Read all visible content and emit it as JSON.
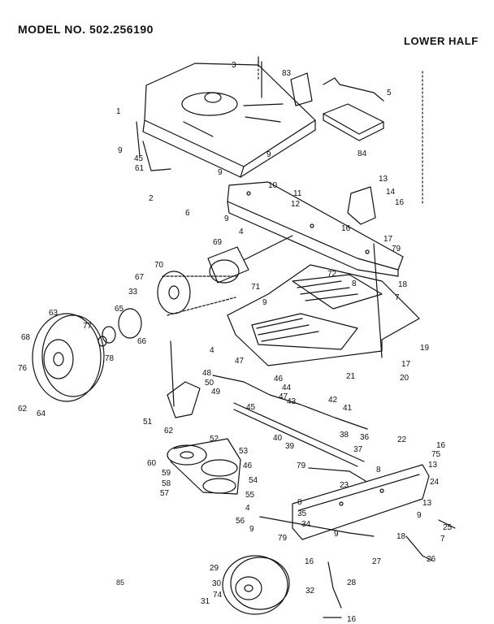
{
  "header": {
    "model_number": "MODEL NO. 502.256190",
    "section": "LOWER HALF"
  },
  "page_number": "85",
  "callouts": [
    {
      "id": "c3",
      "text": "3"
    },
    {
      "id": "c83",
      "text": "83"
    },
    {
      "id": "c5",
      "text": "5"
    },
    {
      "id": "c84",
      "text": "84"
    },
    {
      "id": "c1",
      "text": "1"
    },
    {
      "id": "c9a",
      "text": "9"
    },
    {
      "id": "c45a",
      "text": "45"
    },
    {
      "id": "c61",
      "text": "61"
    },
    {
      "id": "c9b",
      "text": "9"
    },
    {
      "id": "c9c",
      "text": "9"
    },
    {
      "id": "c2",
      "text": "2"
    },
    {
      "id": "c6",
      "text": "6"
    },
    {
      "id": "c9d",
      "text": "9"
    },
    {
      "id": "c10",
      "text": "10"
    },
    {
      "id": "c11",
      "text": "11"
    },
    {
      "id": "c12",
      "text": "12"
    },
    {
      "id": "c13a",
      "text": "13"
    },
    {
      "id": "c14",
      "text": "14"
    },
    {
      "id": "c16a",
      "text": "16"
    },
    {
      "id": "c16b",
      "text": "16"
    },
    {
      "id": "c17a",
      "text": "17"
    },
    {
      "id": "c79a",
      "text": "79"
    },
    {
      "id": "c4a",
      "text": "4"
    },
    {
      "id": "c69",
      "text": "69"
    },
    {
      "id": "c72",
      "text": "72"
    },
    {
      "id": "c67",
      "text": "67"
    },
    {
      "id": "c70",
      "text": "70"
    },
    {
      "id": "c8a",
      "text": "8"
    },
    {
      "id": "c18a",
      "text": "18"
    },
    {
      "id": "c71",
      "text": "71"
    },
    {
      "id": "c33",
      "text": "33"
    },
    {
      "id": "c9e",
      "text": "9"
    },
    {
      "id": "c7a",
      "text": "7"
    },
    {
      "id": "c63",
      "text": "63"
    },
    {
      "id": "c65",
      "text": "65"
    },
    {
      "id": "c77",
      "text": "77"
    },
    {
      "id": "c66",
      "text": "66"
    },
    {
      "id": "c68",
      "text": "68"
    },
    {
      "id": "c78",
      "text": "78"
    },
    {
      "id": "c19",
      "text": "19"
    },
    {
      "id": "c4b",
      "text": "4"
    },
    {
      "id": "c47a",
      "text": "47"
    },
    {
      "id": "c17b",
      "text": "17"
    },
    {
      "id": "c76",
      "text": "76"
    },
    {
      "id": "c48",
      "text": "48"
    },
    {
      "id": "c46a",
      "text": "46"
    },
    {
      "id": "c21",
      "text": "21"
    },
    {
      "id": "c20",
      "text": "20"
    },
    {
      "id": "c50",
      "text": "50"
    },
    {
      "id": "c44",
      "text": "44"
    },
    {
      "id": "c49",
      "text": "49"
    },
    {
      "id": "c47b",
      "text": "47"
    },
    {
      "id": "c62a",
      "text": "62"
    },
    {
      "id": "c43",
      "text": "43"
    },
    {
      "id": "c42",
      "text": "42"
    },
    {
      "id": "c45b",
      "text": "45"
    },
    {
      "id": "c41",
      "text": "41"
    },
    {
      "id": "c64",
      "text": "64"
    },
    {
      "id": "c51",
      "text": "51"
    },
    {
      "id": "c62b",
      "text": "62"
    },
    {
      "id": "c38",
      "text": "38"
    },
    {
      "id": "c40",
      "text": "40"
    },
    {
      "id": "c36",
      "text": "36"
    },
    {
      "id": "c22",
      "text": "22"
    },
    {
      "id": "c16c",
      "text": "16"
    },
    {
      "id": "c52",
      "text": "52"
    },
    {
      "id": "c39",
      "text": "39"
    },
    {
      "id": "c37",
      "text": "37"
    },
    {
      "id": "c75",
      "text": "75"
    },
    {
      "id": "c53",
      "text": "53"
    },
    {
      "id": "c60",
      "text": "60"
    },
    {
      "id": "c46b",
      "text": "46"
    },
    {
      "id": "c8b",
      "text": "8"
    },
    {
      "id": "c13b",
      "text": "13"
    },
    {
      "id": "c79b",
      "text": "79"
    },
    {
      "id": "c59",
      "text": "59"
    },
    {
      "id": "c54",
      "text": "54"
    },
    {
      "id": "c58",
      "text": "58"
    },
    {
      "id": "c24",
      "text": "24"
    },
    {
      "id": "c23",
      "text": "23"
    },
    {
      "id": "c57",
      "text": "57"
    },
    {
      "id": "c55",
      "text": "55"
    },
    {
      "id": "c8c",
      "text": "8"
    },
    {
      "id": "c13c",
      "text": "13"
    },
    {
      "id": "c4c",
      "text": "4"
    },
    {
      "id": "c35",
      "text": "35"
    },
    {
      "id": "c9f",
      "text": "9"
    },
    {
      "id": "c56",
      "text": "56"
    },
    {
      "id": "c34",
      "text": "34"
    },
    {
      "id": "c25",
      "text": "25"
    },
    {
      "id": "c9g",
      "text": "9"
    },
    {
      "id": "c79c",
      "text": "79"
    },
    {
      "id": "c9h",
      "text": "9"
    },
    {
      "id": "c18b",
      "text": "18"
    },
    {
      "id": "c7b",
      "text": "7"
    },
    {
      "id": "c16d",
      "text": "16"
    },
    {
      "id": "c27",
      "text": "27"
    },
    {
      "id": "c26",
      "text": "26"
    },
    {
      "id": "c29",
      "text": "29"
    },
    {
      "id": "c30",
      "text": "30"
    },
    {
      "id": "c28",
      "text": "28"
    },
    {
      "id": "c74",
      "text": "74"
    },
    {
      "id": "c31",
      "text": "31"
    },
    {
      "id": "c32",
      "text": "32"
    },
    {
      "id": "c16e",
      "text": "16"
    }
  ]
}
